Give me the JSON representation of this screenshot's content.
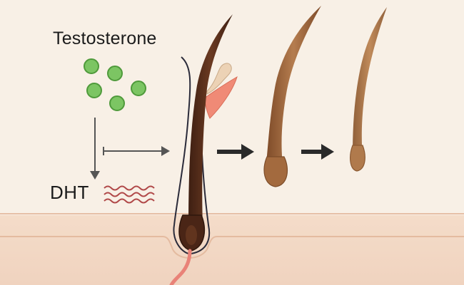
{
  "labels": {
    "hormone_top": "Testosterone",
    "hormone_bottom": "DHT"
  },
  "colors": {
    "background": "#f8f0e6",
    "skin": "#f1d6c3",
    "molecule": "#7cc563",
    "dht_wave": "#b04848",
    "arrow": "#2a2a2a",
    "hair_dark": "#5a2f1c",
    "hair_medium": "#9b6238",
    "hair_light": "#b07a4c",
    "sebaceous_gland": "#f08a76"
  },
  "icons": {
    "molecules": "testosterone-molecule-cluster",
    "conversion_arrow": "conversion-arrow-down",
    "inhibition_arrow": "dht-to-follicle-arrow",
    "progression_arrows": "miniaturization-progression-arrows"
  },
  "stages": [
    {
      "name": "healthy-follicle"
    },
    {
      "name": "thinning-hair"
    },
    {
      "name": "miniaturized-hair"
    }
  ]
}
